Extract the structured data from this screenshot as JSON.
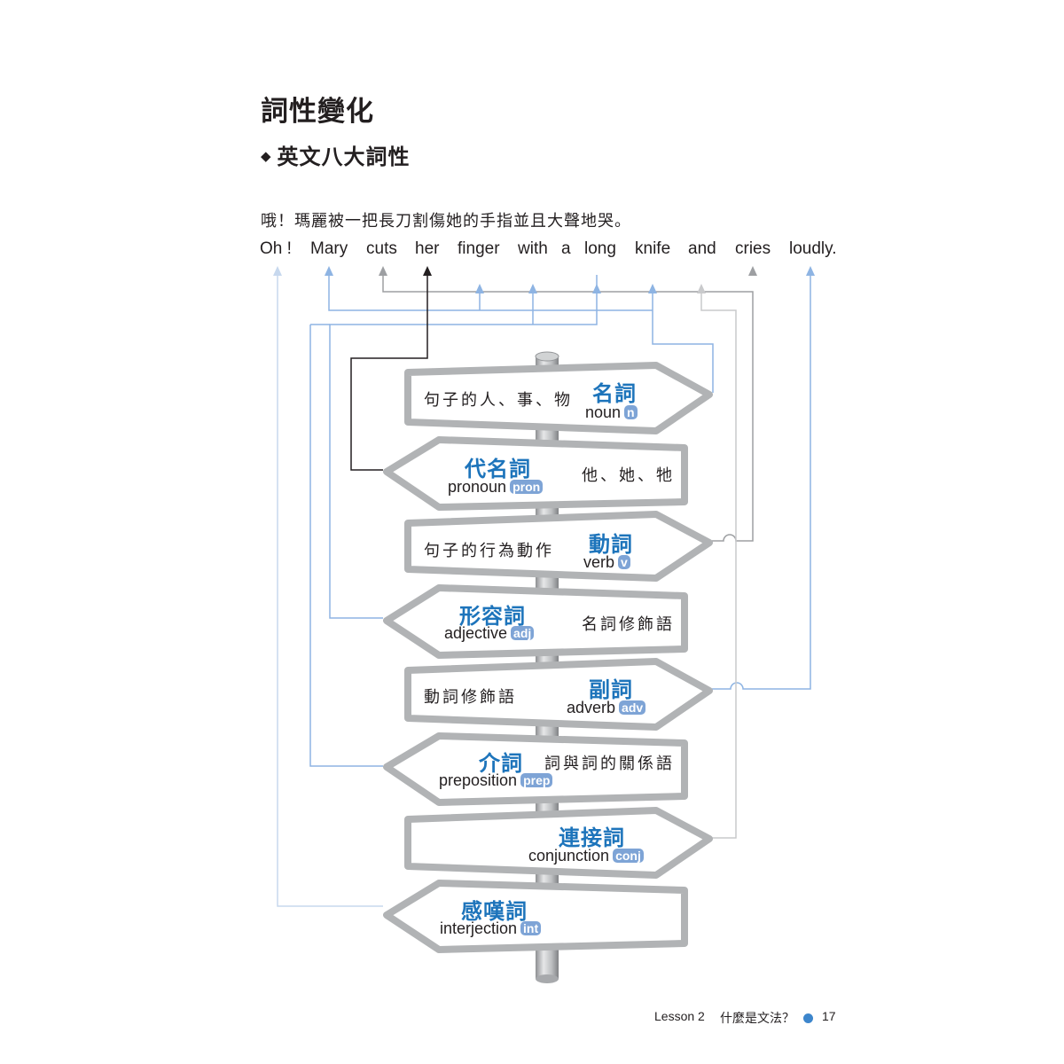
{
  "heading": "詞性變化",
  "subheading": "英文八大詞性",
  "subheading_marker": "◆",
  "sentence_zh": "哦！瑪麗被一把長刀割傷她的手指並且大聲地哭。",
  "sentence_en": [
    "Oh !",
    "Mary",
    "cuts",
    "her",
    "finger",
    "with",
    "a",
    "long",
    "knife",
    "and",
    "cries",
    "loudly."
  ],
  "signs": [
    {
      "zh": "名詞",
      "en": "noun",
      "abbr": "n",
      "desc": "句子的人、事、物"
    },
    {
      "zh": "代名詞",
      "en": "pronoun",
      "abbr": "pron",
      "desc": "他、她、牠"
    },
    {
      "zh": "動詞",
      "en": "verb",
      "abbr": "v",
      "desc": "句子的行為動作"
    },
    {
      "zh": "形容詞",
      "en": "adjective",
      "abbr": "adj",
      "desc": "名詞修飾語"
    },
    {
      "zh": "副詞",
      "en": "adverb",
      "abbr": "adv",
      "desc": "動詞修飾語"
    },
    {
      "zh": "介詞",
      "en": "preposition",
      "abbr": "prep",
      "desc": "詞與詞的關係語"
    },
    {
      "zh": "連接詞",
      "en": "conjunction",
      "abbr": "conj",
      "desc": ""
    },
    {
      "zh": "感嘆詞",
      "en": "interjection",
      "abbr": "int",
      "desc": ""
    }
  ],
  "colors": {
    "noun_line": "#8eb4e3",
    "pronoun_line": "#231f20",
    "verb_line": "#9d9fa2",
    "adjective_line": "#8eb4e3",
    "adverb_line": "#8eb4e3",
    "preposition_line": "#8eb4e3",
    "conjunction_line": "#c9cacc",
    "interjection_line": "#c7d8ee",
    "accent": "#1d74bb",
    "sign_border": "#b1b3b5"
  },
  "footer": {
    "lesson": "Lesson 2",
    "title": "什麼是文法？",
    "page": "17"
  }
}
